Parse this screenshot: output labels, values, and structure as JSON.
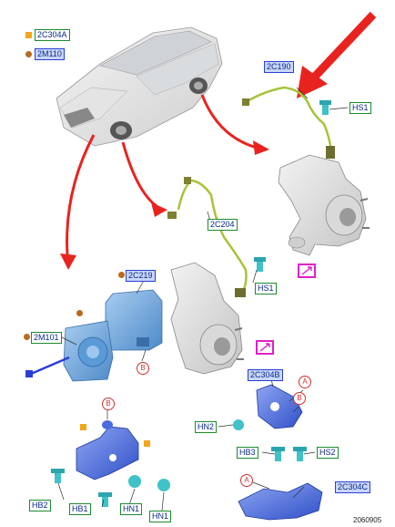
{
  "legend": [
    {
      "symbol": "orange-square",
      "label": "2C304A"
    },
    {
      "symbol": "brown-dot",
      "label": "2M110"
    }
  ],
  "callouts": {
    "sensor_upper": "2C190",
    "hs1_upper": "HS1",
    "sensor_lower": "2C204",
    "hs1_lower": "HS1",
    "module": "2C219",
    "bracket_screw": "2M101",
    "bracket_b_label": "2C304B",
    "hn2": "HN2",
    "hb3": "HB3",
    "hs2": "HS2",
    "bracket_c_label": "2C304C",
    "hb2": "HB2",
    "hb1": "HB1",
    "hn1_a": "HN1",
    "hn1_b": "HN1"
  },
  "markers": {
    "a": "A",
    "b": "B"
  },
  "colors": {
    "green_border": "#1e8a2e",
    "blue_border": "#2a3fd8",
    "blue_fill": "#c9d6f7",
    "red_arrow": "#e8231f",
    "sensor_wire": "#a6c43a",
    "part_blue": "#4b6be0",
    "module_blue": "#6ea8dc",
    "magenta": "#e020c8"
  },
  "reference_number": "2060905"
}
